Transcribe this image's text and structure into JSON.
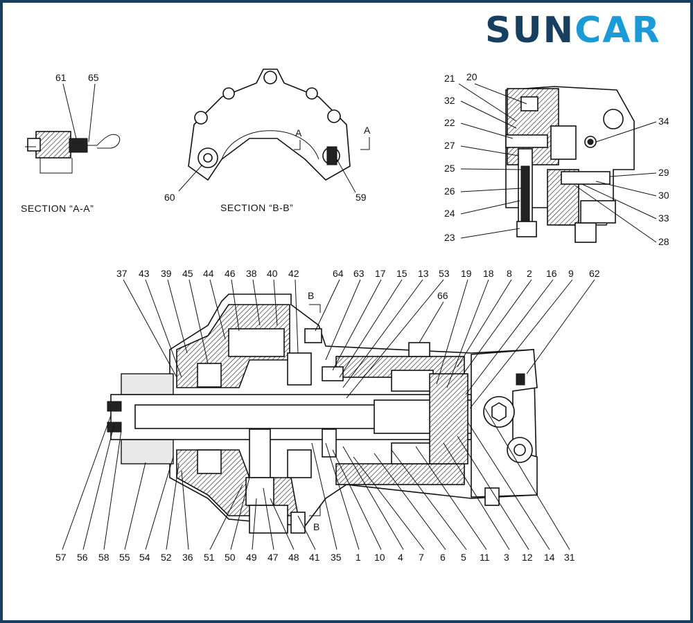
{
  "brand": {
    "logo_text": "SUNCAR",
    "logo_prefix": "SUN",
    "logo_suffix": "CAR",
    "colors": {
      "primary": "#173f5f",
      "accent": "#1a9ad6"
    }
  },
  "sections": {
    "aa": {
      "caption": "SECTION “A-A”",
      "labels": [
        "61",
        "65"
      ]
    },
    "bb": {
      "caption": "SECTION “B-B”",
      "labels": [
        "60",
        "59"
      ],
      "marks": [
        "A",
        "A"
      ]
    }
  },
  "valve_view": {
    "labels": [
      "21",
      "20",
      "32",
      "22",
      "27",
      "25",
      "26",
      "24",
      "23",
      "34",
      "29",
      "30",
      "33",
      "28"
    ]
  },
  "main_view": {
    "top_labels": [
      "37",
      "43",
      "39",
      "45",
      "44",
      "46",
      "38",
      "40",
      "42",
      "64",
      "63",
      "17",
      "15",
      "13",
      "53",
      "19",
      "18",
      "8",
      "2",
      "16",
      "9",
      "62",
      "66"
    ],
    "bottom_labels": [
      "57",
      "56",
      "58",
      "55",
      "54",
      "52",
      "36",
      "51",
      "50",
      "49",
      "47",
      "48",
      "41",
      "35",
      "1",
      "10",
      "4",
      "7",
      "6",
      "5",
      "11",
      "3",
      "12",
      "14",
      "31"
    ],
    "section_marks": [
      "B",
      "B"
    ]
  }
}
